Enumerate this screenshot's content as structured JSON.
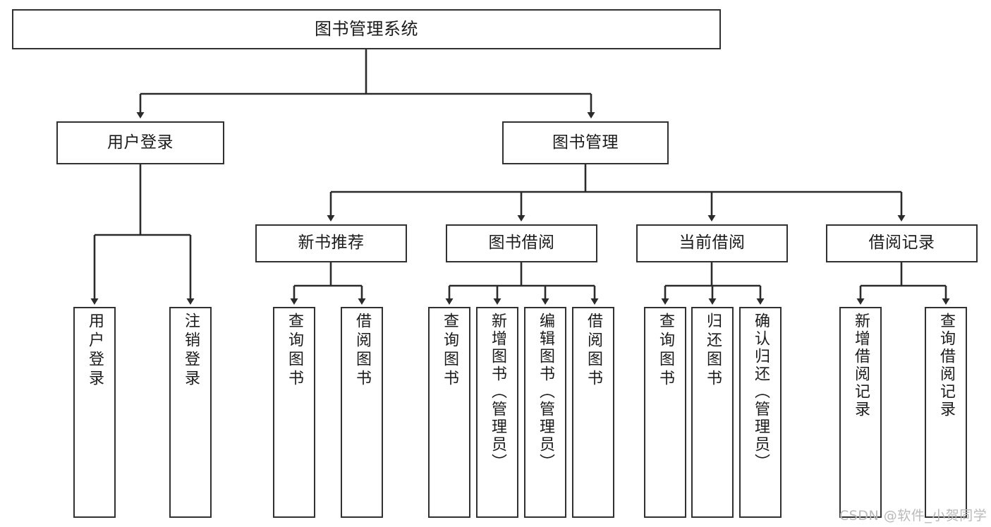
{
  "diagram": {
    "type": "tree",
    "title": "图书管理系统",
    "watermark": "CSDN @软件_小贺同学",
    "colors": {
      "box_border": "#31312f",
      "box_fill": "#ffffff",
      "edge": "#2b2b2b",
      "text": "#1b1b1b",
      "watermark": "#b9b9b9",
      "background": "#ffffff"
    },
    "levels": {
      "level1": [
        "图书管理系统"
      ],
      "level2": [
        "用户登录",
        "图书管理"
      ],
      "level3": [
        "新书推荐",
        "图书借阅",
        "当前借阅",
        "借阅记录"
      ],
      "level4": [
        "用户登录",
        "注销登录",
        "查询图书",
        "借阅图书",
        "查询图书",
        "新增图书（管理员）",
        "编辑图书（管理员）",
        "借阅图书",
        "查询图书",
        "归还图书",
        "确认归还（管理员）",
        "新增借阅记录",
        "查询借阅记录"
      ]
    },
    "nodes": {
      "root": {
        "label": "图书管理系统"
      },
      "user_login": {
        "label": "用户登录"
      },
      "book_manage": {
        "label": "图书管理"
      },
      "new_book_rec": {
        "label": "新书推荐"
      },
      "book_borrow": {
        "label": "图书借阅"
      },
      "current_borrow": {
        "label": "当前借阅"
      },
      "borrow_record": {
        "label": "借阅记录"
      },
      "leaf_user_login": {
        "label": "用户登录"
      },
      "leaf_user_logout": {
        "label": "注销登录"
      },
      "leaf_rec_query": {
        "label": "查询图书"
      },
      "leaf_rec_borrow": {
        "label": "借阅图书"
      },
      "leaf_borrow_query": {
        "label": "查询图书"
      },
      "leaf_borrow_add": {
        "label": "新增图书（管理员）"
      },
      "leaf_borrow_edit": {
        "label": "编辑图书（管理员）"
      },
      "leaf_borrow_do": {
        "label": "借阅图书"
      },
      "leaf_cur_query": {
        "label": "查询图书"
      },
      "leaf_cur_return": {
        "label": "归还图书"
      },
      "leaf_cur_confirm": {
        "label": "确认归还（管理员）"
      },
      "leaf_rec_add": {
        "label": "新增借阅记录"
      },
      "leaf_rec_query2": {
        "label": "查询借阅记录"
      }
    },
    "edges": [
      {
        "from": "root",
        "to": "user_login"
      },
      {
        "from": "root",
        "to": "book_manage"
      },
      {
        "from": "user_login",
        "to": "leaf_user_login"
      },
      {
        "from": "user_login",
        "to": "leaf_user_logout"
      },
      {
        "from": "book_manage",
        "to": "new_book_rec"
      },
      {
        "from": "book_manage",
        "to": "book_borrow"
      },
      {
        "from": "book_manage",
        "to": "current_borrow"
      },
      {
        "from": "book_manage",
        "to": "borrow_record"
      },
      {
        "from": "new_book_rec",
        "to": "leaf_rec_query"
      },
      {
        "from": "new_book_rec",
        "to": "leaf_rec_borrow"
      },
      {
        "from": "book_borrow",
        "to": "leaf_borrow_query"
      },
      {
        "from": "book_borrow",
        "to": "leaf_borrow_add"
      },
      {
        "from": "book_borrow",
        "to": "leaf_borrow_edit"
      },
      {
        "from": "book_borrow",
        "to": "leaf_borrow_do"
      },
      {
        "from": "current_borrow",
        "to": "leaf_cur_query"
      },
      {
        "from": "current_borrow",
        "to": "leaf_cur_return"
      },
      {
        "from": "current_borrow",
        "to": "leaf_cur_confirm"
      },
      {
        "from": "borrow_record",
        "to": "leaf_rec_add"
      },
      {
        "from": "borrow_record",
        "to": "leaf_rec_query2"
      }
    ]
  }
}
